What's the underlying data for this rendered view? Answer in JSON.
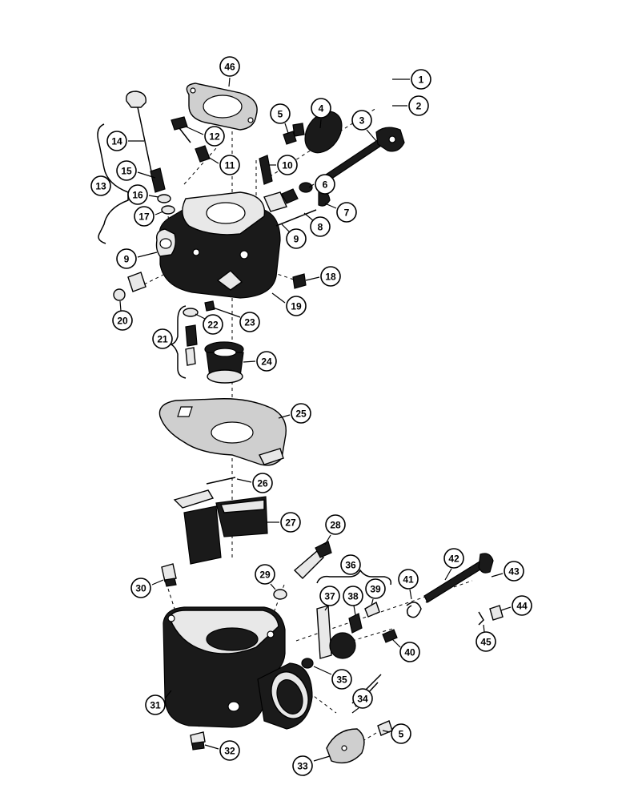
{
  "callouts": [
    {
      "id": "c1",
      "label": "1"
    },
    {
      "id": "c2",
      "label": "2"
    },
    {
      "id": "c3",
      "label": "3"
    },
    {
      "id": "c4",
      "label": "4"
    },
    {
      "id": "c5a",
      "label": "5"
    },
    {
      "id": "c6",
      "label": "6"
    },
    {
      "id": "c7",
      "label": "7"
    },
    {
      "id": "c8",
      "label": "8"
    },
    {
      "id": "c9a",
      "label": "9"
    },
    {
      "id": "c9b",
      "label": "9"
    },
    {
      "id": "c10",
      "label": "10"
    },
    {
      "id": "c11",
      "label": "11"
    },
    {
      "id": "c12",
      "label": "12"
    },
    {
      "id": "c13",
      "label": "13"
    },
    {
      "id": "c14",
      "label": "14"
    },
    {
      "id": "c15",
      "label": "15"
    },
    {
      "id": "c16",
      "label": "16"
    },
    {
      "id": "c17",
      "label": "17"
    },
    {
      "id": "c18",
      "label": "18"
    },
    {
      "id": "c19",
      "label": "19"
    },
    {
      "id": "c20",
      "label": "20"
    },
    {
      "id": "c21",
      "label": "21"
    },
    {
      "id": "c22",
      "label": "22"
    },
    {
      "id": "c23",
      "label": "23"
    },
    {
      "id": "c24",
      "label": "24"
    },
    {
      "id": "c25",
      "label": "25"
    },
    {
      "id": "c26",
      "label": "26"
    },
    {
      "id": "c27",
      "label": "27"
    },
    {
      "id": "c28",
      "label": "28"
    },
    {
      "id": "c29",
      "label": "29"
    },
    {
      "id": "c30",
      "label": "30"
    },
    {
      "id": "c31",
      "label": "31"
    },
    {
      "id": "c32",
      "label": "32"
    },
    {
      "id": "c33",
      "label": "33"
    },
    {
      "id": "c34",
      "label": "34"
    },
    {
      "id": "c35",
      "label": "35"
    },
    {
      "id": "c36",
      "label": "36"
    },
    {
      "id": "c37",
      "label": "37"
    },
    {
      "id": "c38",
      "label": "38"
    },
    {
      "id": "c39",
      "label": "39"
    },
    {
      "id": "c40",
      "label": "40"
    },
    {
      "id": "c41",
      "label": "41"
    },
    {
      "id": "c42",
      "label": "42"
    },
    {
      "id": "c43",
      "label": "43"
    },
    {
      "id": "c44",
      "label": "44"
    },
    {
      "id": "c45",
      "label": "45"
    },
    {
      "id": "c46",
      "label": "46"
    },
    {
      "id": "c5b",
      "label": "5"
    }
  ]
}
